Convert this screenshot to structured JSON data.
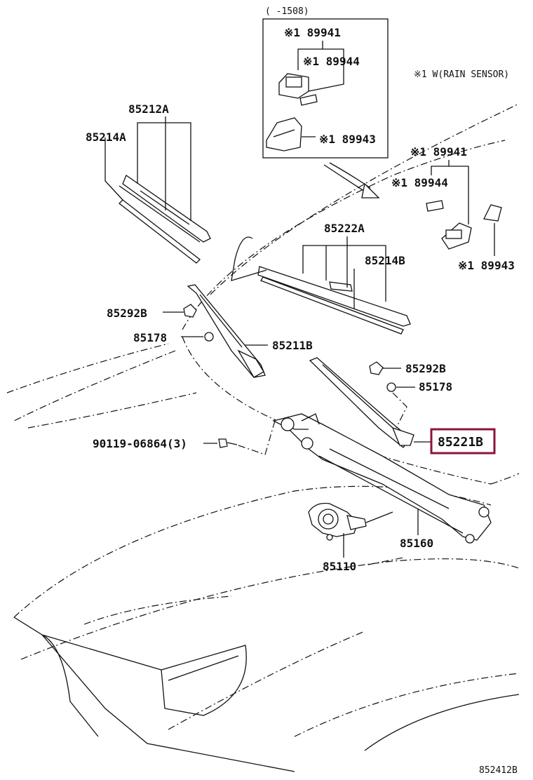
{
  "diagram": {
    "inset_range": "(      -1508)",
    "footnote": "※1 W(RAIN SENSOR)",
    "figure_id": "852412B",
    "highlighted_part": "85221B",
    "highlight_color": "#8b1538",
    "labels": {
      "inset_89941": "※1 89941",
      "inset_89944": "※1 89944",
      "inset_89943": "※1 89943",
      "main_89941": "※1 89941",
      "main_89944": "※1 89944",
      "main_89943": "※1 89943",
      "p85212A": "85212A",
      "p85214A": "85214A",
      "p85222A": "85222A",
      "p85214B": "85214B",
      "p85292B_left": "85292B",
      "p85178_left": "85178",
      "p85211B": "85211B",
      "p85292B_right": "85292B",
      "p85178_right": "85178",
      "p90119": "90119-06864(3)",
      "p85221B": "85221B",
      "p85160": "85160",
      "p85110": "85110"
    }
  }
}
